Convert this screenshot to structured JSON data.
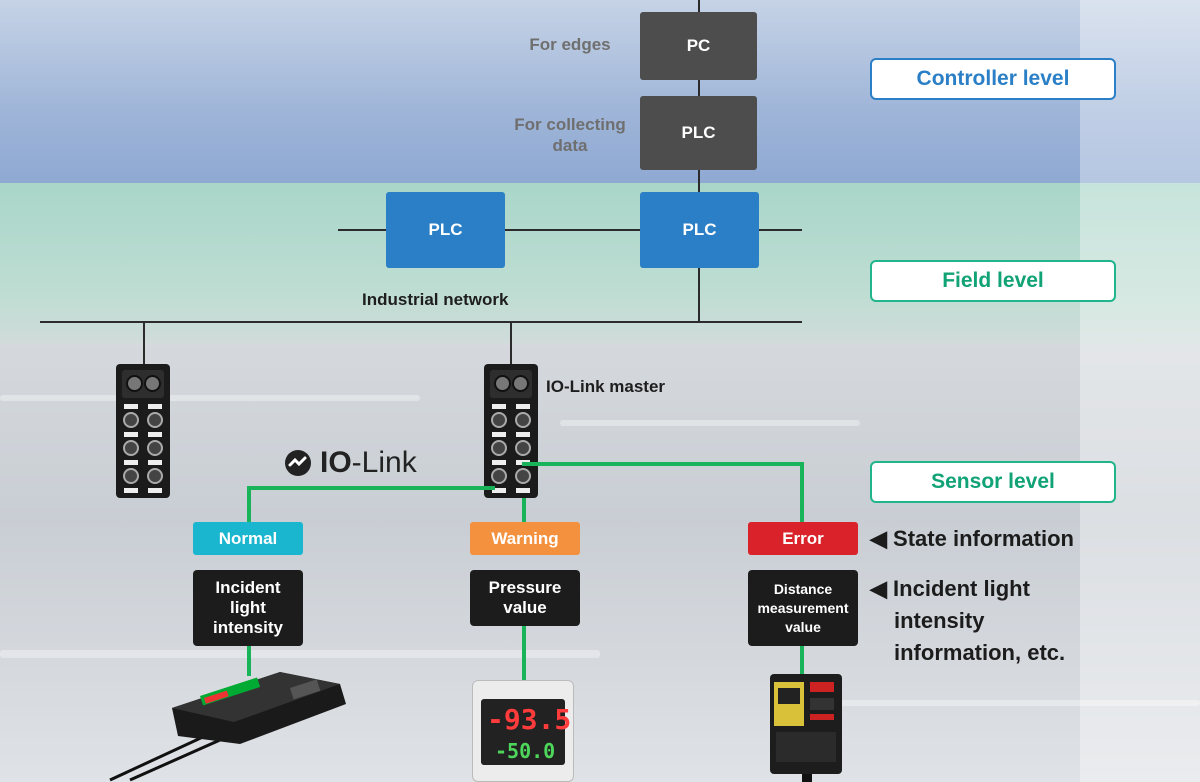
{
  "levels": {
    "controller": "Controller level",
    "field": "Field level",
    "sensor": "Sensor level"
  },
  "controller": {
    "pc_label": "PC",
    "pc_caption": "For edges",
    "plc_label": "PLC",
    "plc_caption_line1": "For collecting",
    "plc_caption_line2": "data"
  },
  "field": {
    "plc_left": "PLC",
    "plc_right": "PLC",
    "network_label": "Industrial network"
  },
  "sensor": {
    "master_label": "IO-Link master",
    "iolink_logo_bold": "IO",
    "iolink_logo_rest": "-Link",
    "states": [
      {
        "label": "Normal",
        "color": "#1ab6cf"
      },
      {
        "label": "Warning",
        "color": "#f3913f"
      },
      {
        "label": "Error",
        "color": "#d9222a"
      }
    ],
    "infos": [
      {
        "line1": "Incident",
        "line2": "light",
        "line3": "intensity"
      },
      {
        "line1": "Pressure",
        "line2": "value"
      },
      {
        "line1": "Distance",
        "line2": "measurement",
        "line3": "value"
      }
    ],
    "pressure_display_top": "-93.5",
    "pressure_display_bottom": "-50.0"
  },
  "legend": {
    "state": "State information",
    "incident_line1": "Incident light",
    "incident_line2": "intensity",
    "incident_line3": "information, etc."
  },
  "colors": {
    "controller_blue": "#2b7fc6",
    "field_green": "#20b58a",
    "iolink_green": "#19b35a"
  }
}
